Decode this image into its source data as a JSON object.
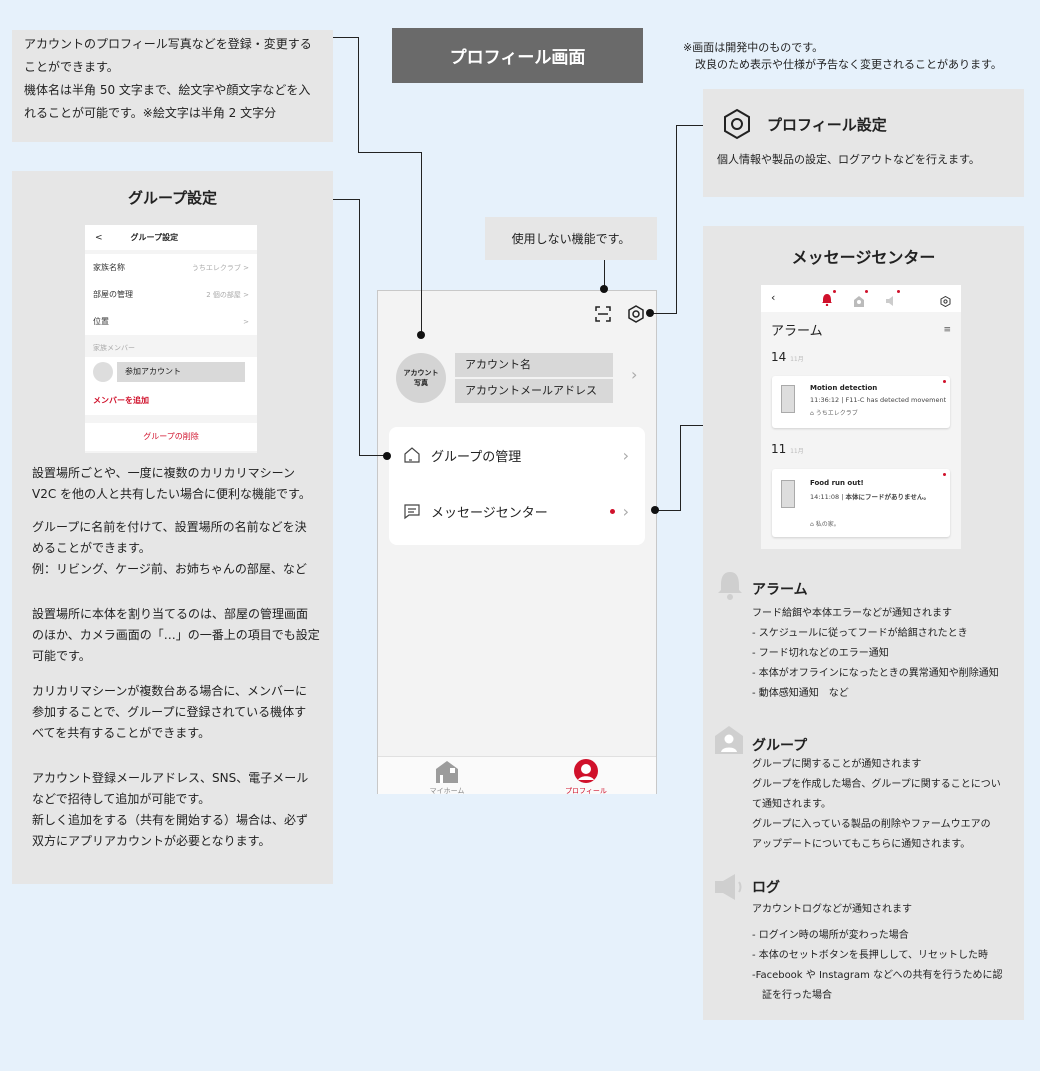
{
  "header": {
    "title": "プロフィール画面",
    "notice_line1": "※画面は開発中のものです。",
    "notice_line2": "改良のため表示や仕様が予告なく変更されることがあります。"
  },
  "account_note": {
    "lines": [
      "アカウントのプロフィール写真などを登録・変更する",
      "ことができます。",
      "機体名は半角 50 文字まで、絵文字や顔文字などを入",
      "れることが可能です。※絵文字は半角 2 文字分"
    ]
  },
  "group_panel": {
    "title": "グループ設定",
    "screen": {
      "back": "<",
      "title": "グループ設定",
      "rows": [
        {
          "label": "家族名称",
          "value": "うちエレクラブ >"
        },
        {
          "label": "部屋の管理",
          "value": "2 個の部屋 >"
        },
        {
          "label": "位置",
          "value": ">"
        }
      ],
      "members_label": "家族メンバー",
      "member_name": "参加アカウント",
      "add_member": "メンバーを追加",
      "delete_group": "グループの削除"
    },
    "paragraphs": [
      [
        "設置場所ごとや、一度に複数のカリカリマシーン",
        "V2C を他の人と共有したい場合に便利な機能です。"
      ],
      [
        "グループに名前を付けて、設置場所の名前などを決",
        "めることができます。",
        "例：リビング、ケージ前、お姉ちゃんの部屋、など"
      ],
      [
        "設置場所に本体を割り当てるのは、部屋の管理画面",
        "のほか、カメラ画面の「…」の一番上の項目でも設定",
        "可能です。"
      ],
      [
        "カリカリマシーンが複数台ある場合に、メンバーに",
        "参加することで、グループに登録されている機体す",
        "べてを共有することができます。"
      ],
      [
        "アカウント登録メールアドレス、SNS、電子メール",
        "などで招待して追加が可能です。",
        "新しく追加をする（共有を開始する）場合は、必ず",
        "双方にアプリアカウントが必要となります。"
      ]
    ]
  },
  "unused_note": "使用しない機能です。",
  "phone": {
    "avatar_label": "アカウント写真",
    "account_name": "アカウント名",
    "account_email": "アカウントメールアドレス",
    "menu": [
      {
        "label": "グループの管理"
      },
      {
        "label": "メッセージセンター"
      }
    ],
    "tabs": [
      {
        "label": "マイホーム"
      },
      {
        "label": "プロフィール"
      }
    ]
  },
  "profile_settings": {
    "title": "プロフィール設定",
    "desc": "個人情報や製品の設定、ログアウトなどを行えます。"
  },
  "message_center": {
    "title": "メッセージセンター",
    "screen": {
      "heading": "アラーム",
      "date1": "14",
      "date1_sub": "11月",
      "msg1_title": "Motion detection",
      "msg1_body": "11:36:12 | F11-C has detected movement",
      "msg1_home": "うちエレクラブ",
      "date2": "11",
      "date2_sub": "11月",
      "msg2_title": "Food run out!",
      "msg2_body_prefix": "14:11:08 | ",
      "msg2_body_bold": "本体にフードがありません。",
      "msg2_home": "私の家。"
    },
    "sections": [
      {
        "title": "アラーム",
        "icon": "bell-icon",
        "lines": [
          "フード給餌や本体エラーなどが通知されます",
          "- スケジュールに従ってフードが給餌されたとき",
          "- フード切れなどのエラー通知",
          "- 本体がオフラインになったときの異常通知や削除通知",
          "- 動体感知通知　など"
        ]
      },
      {
        "title": "グループ",
        "icon": "group-icon",
        "lines": [
          "グループに関することが通知されます",
          "グループを作成した場合、グループに関することについ",
          "て通知されます。",
          "グループに入っている製品の削除やファームウエアの",
          "アップデートについてもこちらに通知されます。"
        ]
      },
      {
        "title": "ログ",
        "icon": "speaker-icon",
        "lines": [
          "アカウントログなどが通知されます",
          "",
          "- ログイン時の場所が変わった場合",
          "- 本体のセットボタンを長押しして、リセットした時",
          "-Facebook や Instagram などへの共有を行うために認",
          "　証を行った場合"
        ]
      }
    ]
  },
  "colors": {
    "accent": "#d0112b",
    "bg": "#e6f1fb",
    "panel": "#e6e6e6",
    "title_bg": "#6a6a6a"
  }
}
